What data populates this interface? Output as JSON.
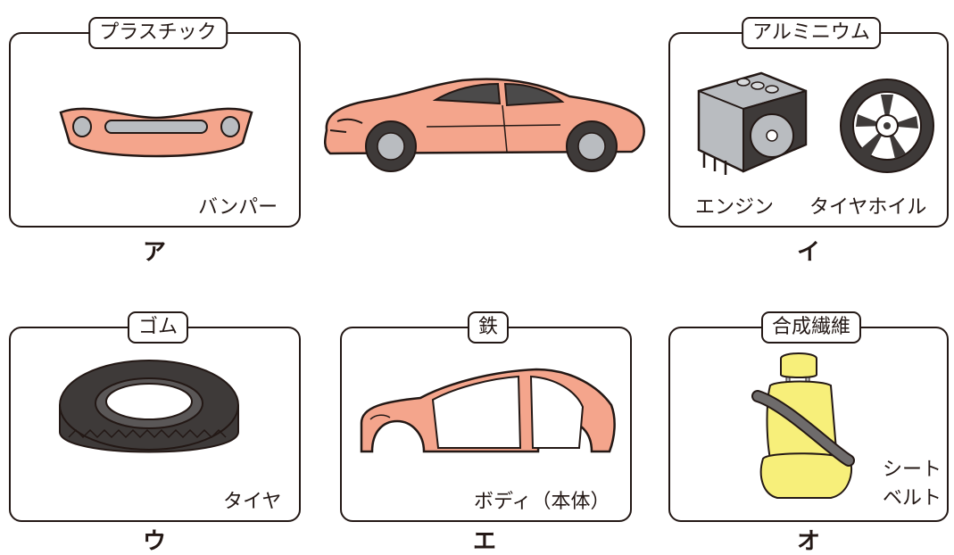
{
  "panels": {
    "plastic": {
      "material": "プラスチック",
      "parts": [
        "バンパー"
      ],
      "letter": "ア"
    },
    "aluminum": {
      "material": "アルミニウム",
      "parts": [
        "エンジン",
        "タイヤホイル"
      ],
      "letter": "イ"
    },
    "rubber": {
      "material": "ゴム",
      "parts": [
        "タイヤ"
      ],
      "letter": "ウ"
    },
    "iron": {
      "material": "鉄",
      "parts": [
        "ボディ（本体）"
      ],
      "letter": "エ"
    },
    "fiber": {
      "material": "合成繊維",
      "parts": [
        "シート",
        "ベルト"
      ],
      "letter": "オ"
    }
  },
  "colors": {
    "outline": "#231815",
    "car_body": "#f4a58c",
    "metal": "#b9bcc0",
    "dark": "#3e3a39",
    "seat": "#f7ef7a"
  },
  "icons": [
    "bumper-icon",
    "car-icon",
    "engine-icon",
    "wheel-icon",
    "tire-icon",
    "car-body-frame-icon",
    "car-seat-icon"
  ]
}
